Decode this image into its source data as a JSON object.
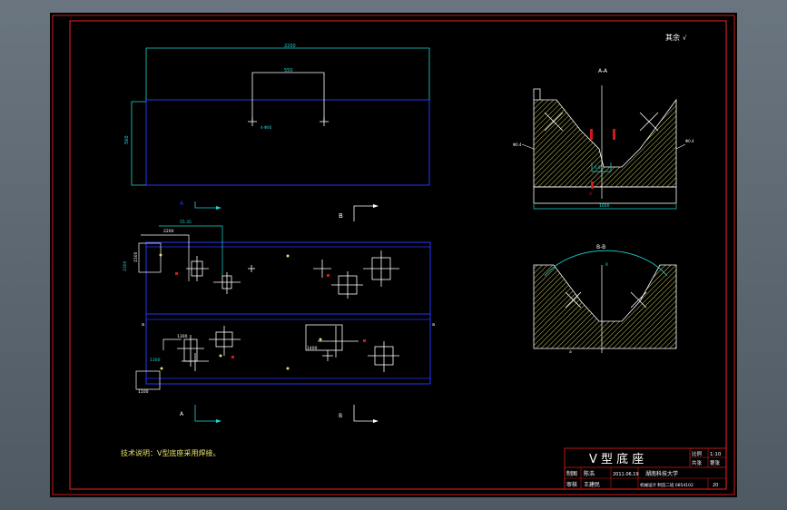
{
  "drawing": {
    "roughness_note": "其余",
    "plan_top": {
      "dim_width": "2200",
      "dim_inner": "550",
      "dim_height": "560",
      "dim_small": "4-Φ60"
    },
    "section_markers": {
      "a_top": "A",
      "b_top": "B",
      "a_bottom": "A",
      "b_bottom": "B"
    },
    "front_view": {
      "dim_top1": "55.35",
      "dim_top2": "2200",
      "dim_left1": "2300",
      "dim_left2": "1500",
      "dim_mid": "1300",
      "dim_right": "1400",
      "dim_lower1": "1300",
      "dim_lower2": "1100",
      "side_mark_left": "a",
      "side_mark_right": "a"
    },
    "section_aa": {
      "title": "A-A",
      "dim_left": "Φ0.4",
      "dim_right": "Φ0.4",
      "dim_bottom": "1600",
      "dim_center": "0.05",
      "mark": "A"
    },
    "section_bb": {
      "title": "B-B",
      "dim_arc": "R",
      "mark": "a"
    },
    "tech_note": "技术说明：V型底座采用焊接。"
  },
  "title_block": {
    "title": "V 型 底 座",
    "ratio_label": "比例",
    "ratio_value": "1:10",
    "qty_label": "共张",
    "sheet_label": "第张",
    "drawn_label": "制图",
    "drawn_name": "陈浩",
    "checked_label": "审核",
    "checked_name": "王建民",
    "date": "2011.06.19",
    "school": "湖南科技大学",
    "class_id": "机械设计 制造二班 0854102",
    "code": "20"
  }
}
